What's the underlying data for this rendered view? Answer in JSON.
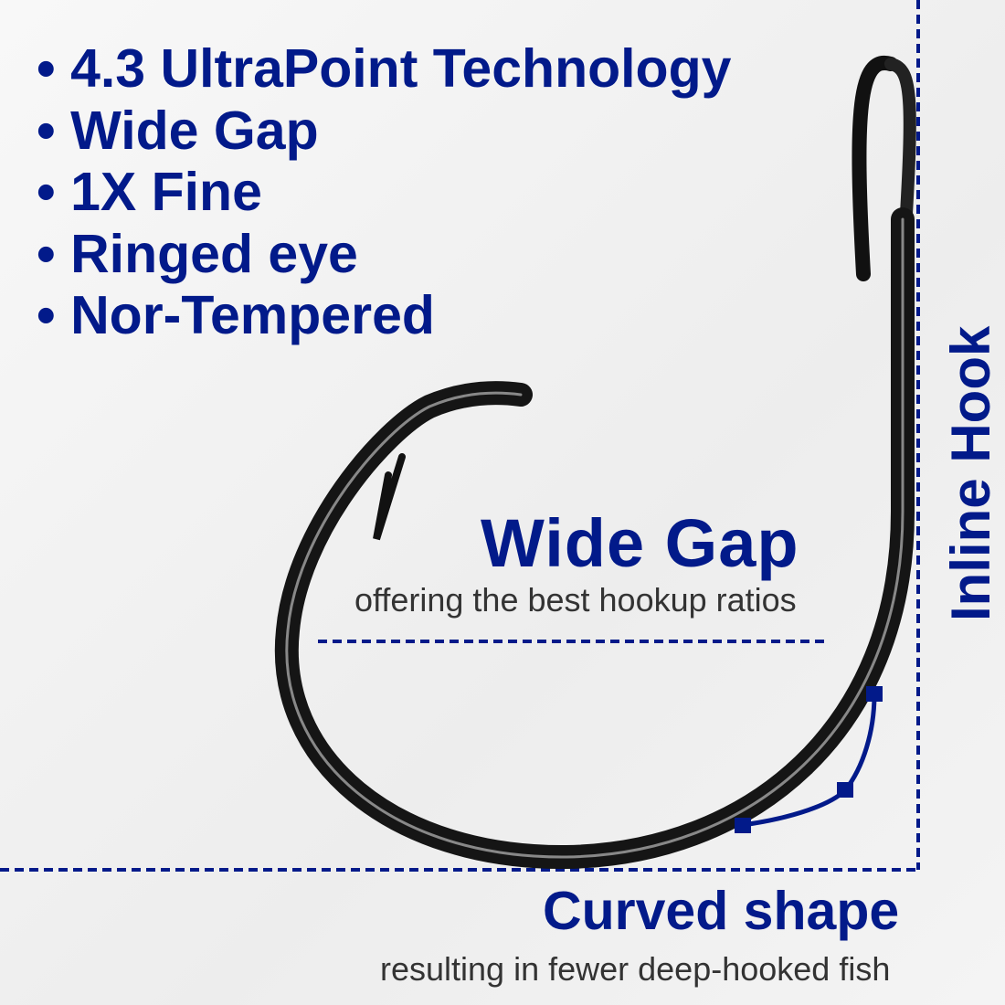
{
  "features": [
    "4.3 UltraPoint Technology",
    "Wide Gap",
    "1X Fine",
    "Ringed eye",
    "Nor-Tempered"
  ],
  "wide_gap": {
    "title": "Wide Gap",
    "subtitle": "offering the best hookup ratios"
  },
  "curved_shape": {
    "title": "Curved shape",
    "subtitle": "resulting in fewer deep-hooked fish"
  },
  "inline_hook": "Inline Hook",
  "colors": {
    "accent": "#021a8a",
    "hook": "#111111"
  }
}
